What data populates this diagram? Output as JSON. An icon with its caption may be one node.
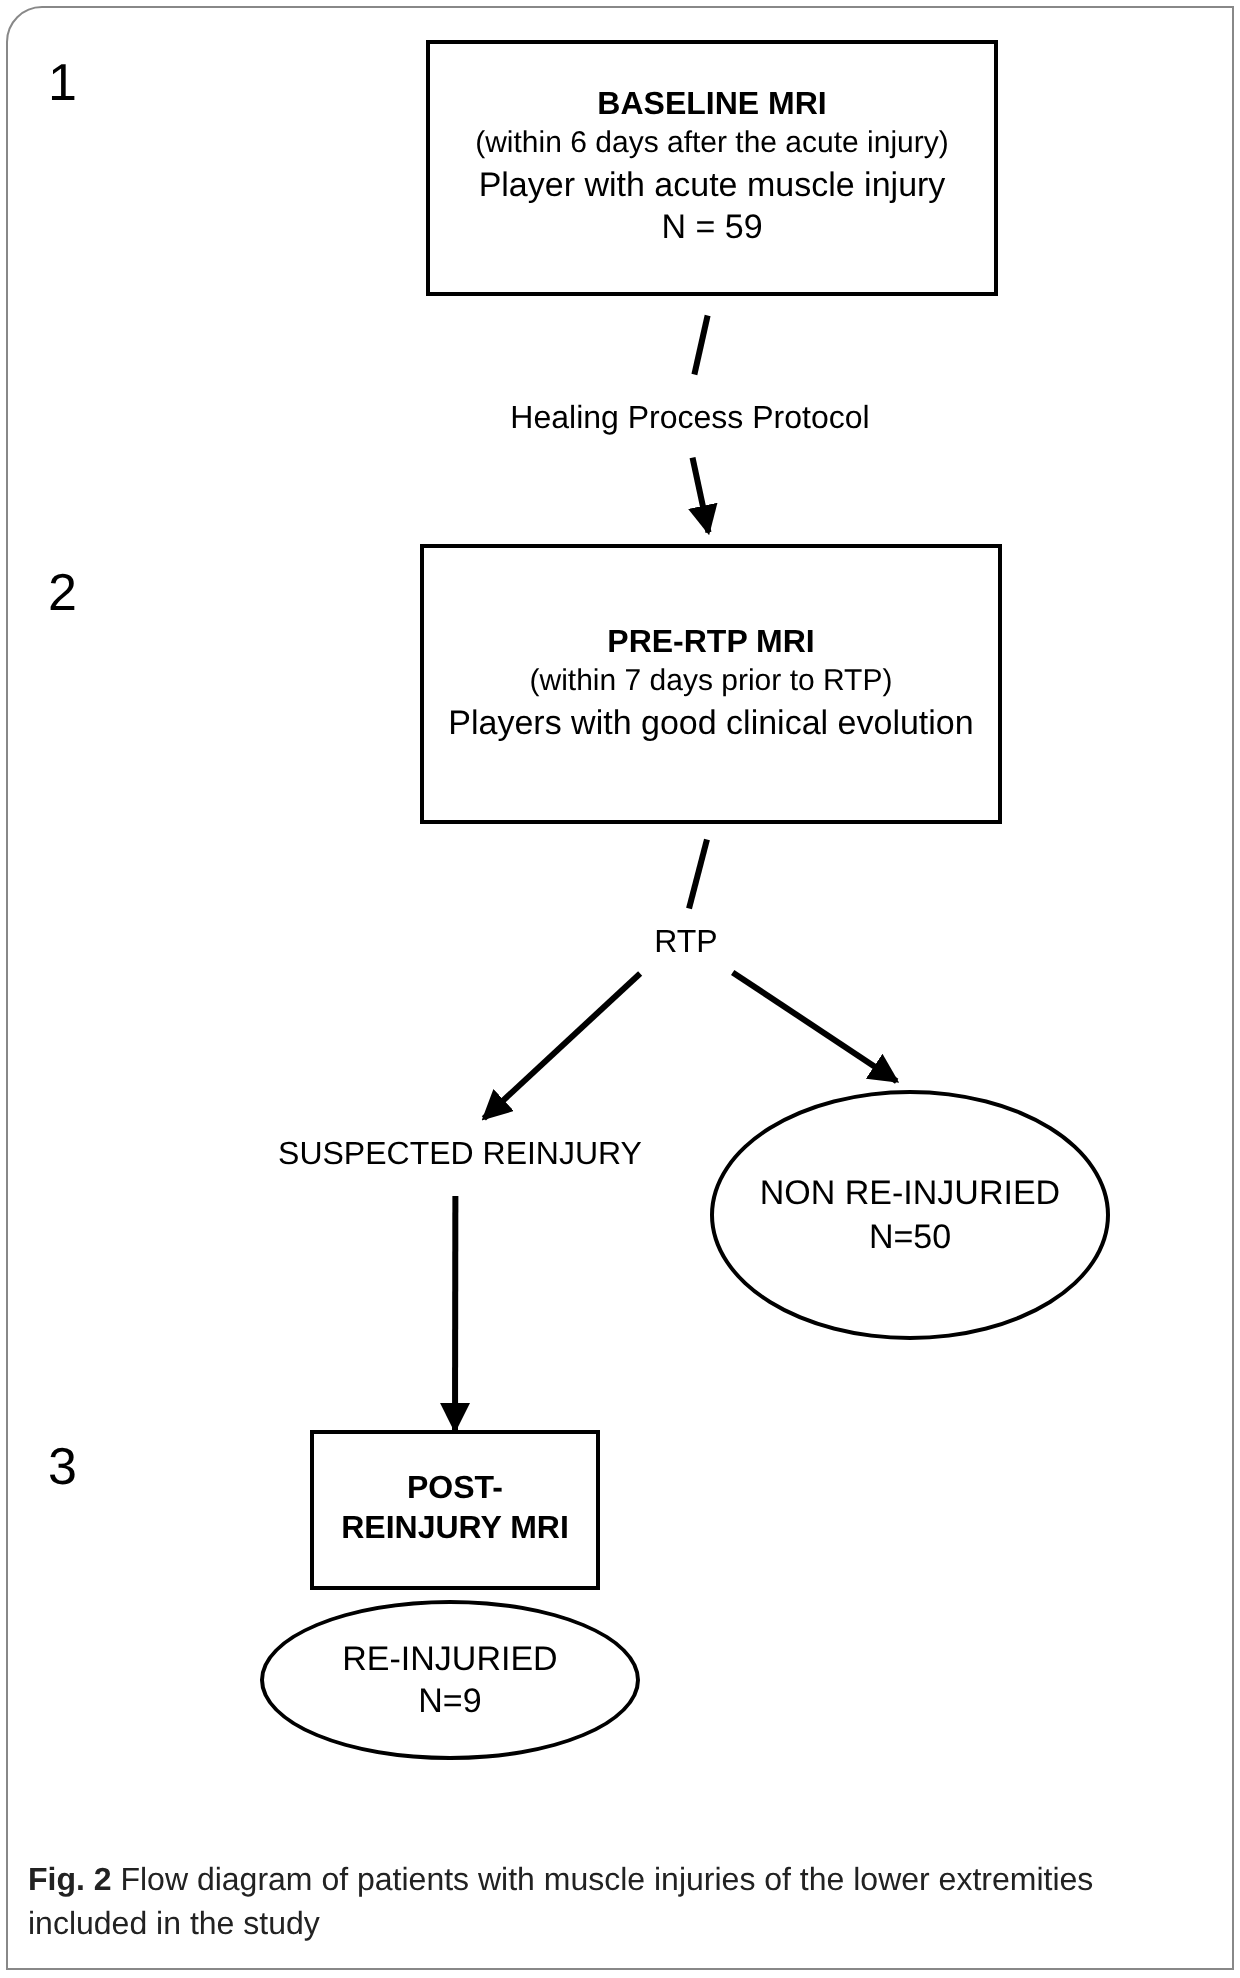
{
  "diagram": {
    "caption": "**Fig. 2** Flow diagram of patients with muscle injuries of the lower extremities included in the study",
    "nodes": [
      {
        "text": [
          "BASELINE MRI",
          "(within 6 days after the acute injury)",
          "Player with acute muscle injury",
          "N = 59"
        ]
      },
      {
        "text": [
          "Healing Process Protocol"
        ]
      },
      {
        "text": [
          "PRE-RTP MRI",
          "(within 7 days prior to RTP)",
          "Players with good clinical evolution"
        ]
      },
      {
        "text": [
          "RTP"
        ]
      },
      {
        "text": [
          "SUSPECTED REINJURY"
        ]
      },
      {
        "text": [
          "NON RE-INJURIED",
          "N=50"
        ]
      },
      {
        "text": [
          "POST- REINJURY MRI"
        ]
      },
      {
        "text": [
          "RE-INJURIED",
          "N=9"
        ]
      }
    ],
    "edges": [
      {
        "from": 0,
        "to": 1,
        "arrow": "none"
      },
      {
        "from": 1,
        "to": 2,
        "arrow": "to"
      },
      {
        "from": 2,
        "to": 3,
        "arrow": "none"
      },
      {
        "from": 3,
        "to": 4,
        "arrow": "to"
      },
      {
        "from": 3,
        "to": 5,
        "arrow": "to"
      },
      {
        "from": 4,
        "to": 6,
        "arrow": "to"
      }
    ],
    "labels": [
      "1",
      "2",
      "3"
    ]
  }
}
